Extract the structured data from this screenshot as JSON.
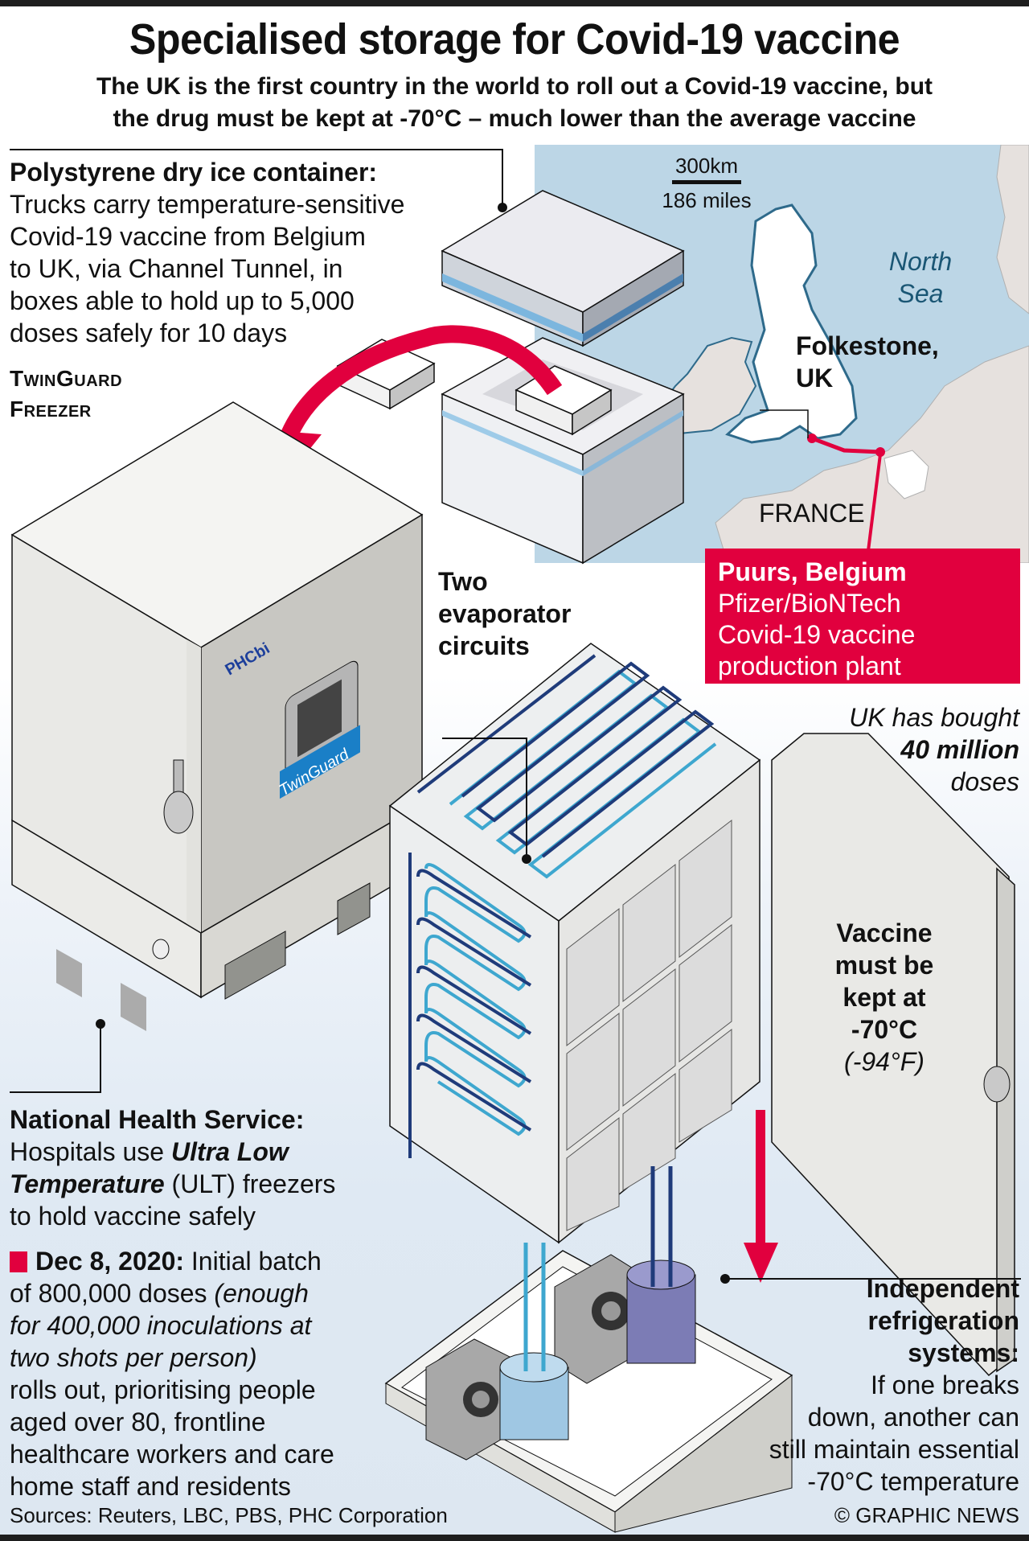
{
  "header": {
    "title": "Specialised storage for Covid-19 vaccine",
    "subtitle_line1": "The UK is the first country in the world to roll out a Covid-19 vaccine, but",
    "subtitle_line2": "the drug must be kept at -70°C – much lower than the average vaccine"
  },
  "polystyrene": {
    "heading": "Polystyrene dry ice container:",
    "lines": [
      "Trucks carry temperature-sensitive",
      "Covid-19 vaccine from Belgium",
      "to UK, via Channel Tunnel, in",
      "boxes able to hold up to 5,000",
      "doses safely for 10 days"
    ]
  },
  "twinguard": {
    "line1": "TwinGuard",
    "line2": "Freezer",
    "brand_logo": "PHCbi",
    "badge": "TwinGuard"
  },
  "map": {
    "scale_km": "300km",
    "scale_miles": "186 miles",
    "sea_line1": "North",
    "sea_line2": "Sea",
    "city_line1": "Folkestone,",
    "city_line2": "UK",
    "country": "FRANCE",
    "route_color": "#e1003e"
  },
  "plant": {
    "title": "Puurs, Belgium",
    "lines": [
      "Pfizer/BioNTech",
      "Covid-19 vaccine",
      "production plant"
    ],
    "color": "#e1003e"
  },
  "evaporator": {
    "lines": [
      "Two",
      "evaporator",
      "circuits"
    ]
  },
  "purchase": {
    "line1": "UK has bought",
    "line2": "40 million",
    "line3": "doses"
  },
  "temperature": {
    "lines": [
      "Vaccine",
      "must be",
      "kept at",
      "-70°C"
    ],
    "fahrenheit": "(-94°F)"
  },
  "nhs": {
    "heading": "National Health Service:",
    "text1": "Hospitals use ",
    "em1": "Ultra Low",
    "em2": "Temperature",
    "text2": " (ULT) freezers",
    "text3": "to hold vaccine safely"
  },
  "rollout": {
    "date": "Dec 8, 2020:",
    "text1": " Initial batch",
    "text2": "of 800,000 doses ",
    "ital1": "(enough",
    "ital2": "for 400,000 inoculations at",
    "ital3": "two shots per person)",
    "lines": [
      "rolls out, prioritising people",
      "aged over 80, frontline",
      "healthcare workers and care",
      "home staff and residents"
    ]
  },
  "refrigeration": {
    "heading": [
      "Independent",
      "refrigeration",
      "systems:"
    ],
    "lines": [
      "If one breaks",
      "down, another can",
      "still maintain essential",
      "-70°C temperature"
    ]
  },
  "footer": {
    "sources": "Sources: Reuters, LBC, PBS, PHC Corporation",
    "credit": "© GRAPHIC NEWS"
  },
  "colors": {
    "accent_red": "#e1003e",
    "sea_blue": "#bcd6e6",
    "coil_dark": "#1f3b7a",
    "coil_light": "#3ea7cf"
  }
}
